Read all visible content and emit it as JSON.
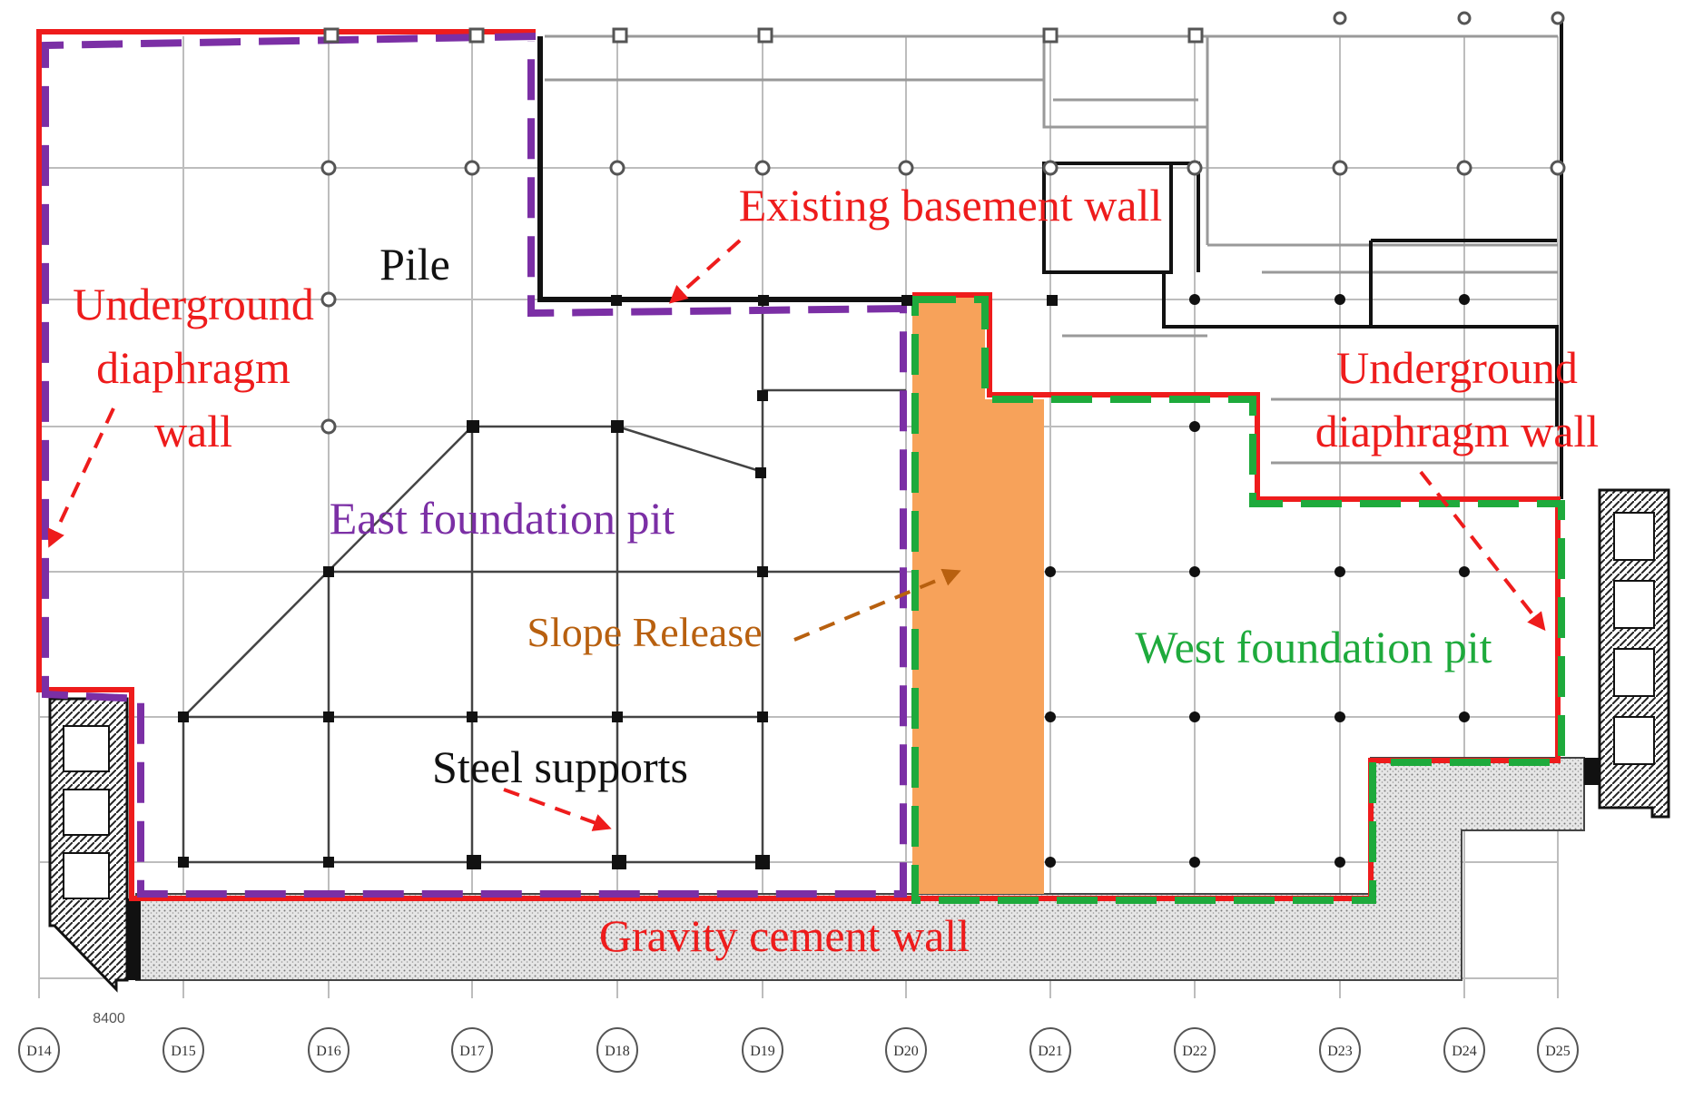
{
  "labels": {
    "pile": "Pile",
    "underground_wall_left": [
      "Underground",
      "diaphragm",
      "wall"
    ],
    "existing_basement_wall": "Existing basement wall",
    "east_pit": "East foundation pit",
    "slope_release": "Slope Release",
    "underground_wall_right": [
      "Underground",
      "diaphragm wall"
    ],
    "west_pit": "West foundation pit",
    "steel_supports": "Steel supports",
    "gravity_wall": "Gravity cement wall"
  },
  "axes": [
    "D14",
    "D15",
    "D16",
    "D17",
    "D18",
    "D19",
    "D20",
    "D21",
    "D22",
    "D23",
    "D24",
    "D25"
  ],
  "dimension_note": "8400",
  "colors": {
    "red": "#ee1c1c",
    "purple": "#7b2fa5",
    "green": "#1eaa3c",
    "orange": "#f7a25a",
    "orange_text": "#b8600f",
    "black": "#111111"
  }
}
